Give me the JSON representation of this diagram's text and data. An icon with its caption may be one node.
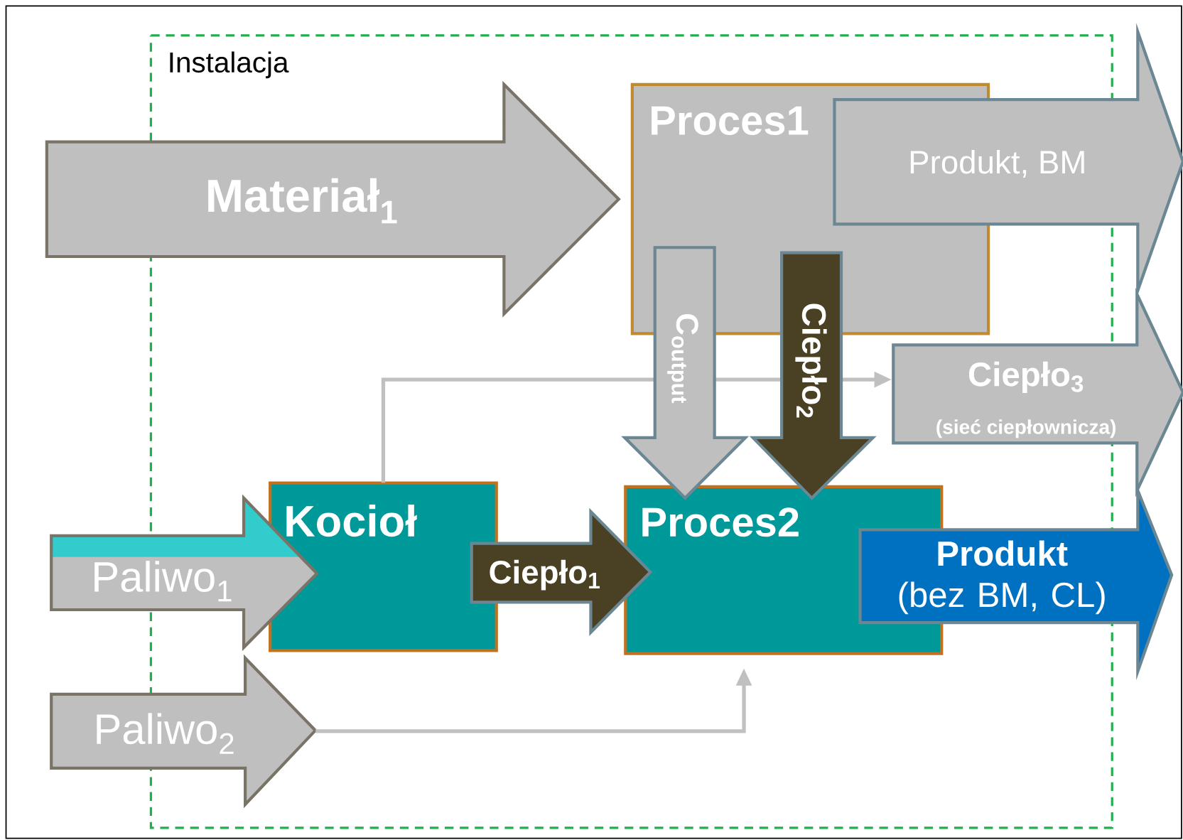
{
  "diagram": {
    "nodes": [
      {
        "text": [
          "Instalacja"
        ]
      },
      {
        "text": [
          "Proces1"
        ],
        "in": 0
      },
      {
        "text": [
          "Ciepło$_{3}$",
          "(sieć ciepłownicza)"
        ]
      },
      {
        "text": [
          "Kocioł"
        ],
        "in": 0
      },
      {
        "text": [
          "Proces2"
        ],
        "in": 0
      },
      {
        "text": [
          "Paliwo$_{2}$"
        ]
      }
    ],
    "edges": [
      {
        "from": 3,
        "to": 2,
        "arrow": "to"
      },
      {
        "from": 5,
        "to": 4,
        "arrow": "to"
      },
      {
        "from": null,
        "to": 1,
        "arrow": "to",
        "label": "Materiał$_{1}$",
        "style": "thick"
      },
      {
        "from": 1,
        "to": null,
        "arrow": "to",
        "label": "Produkt, BM",
        "style": "thick"
      },
      {
        "from": 1,
        "to": 4,
        "arrow": "to",
        "label": "C$_{output}$",
        "style": "thick"
      },
      {
        "from": 1,
        "to": 4,
        "arrow": "to",
        "label": "Ciepło$_{2}$",
        "style": "thick",
        "color": "#4a4124"
      },
      {
        "from": null,
        "to": 3,
        "arrow": "to",
        "label": "Paliwo$_{1}$",
        "style": "thick",
        "color": "#33cccc"
      },
      {
        "from": 3,
        "to": 4,
        "arrow": "to",
        "label": "Ciepło$_{1}$",
        "style": "thick",
        "color": "#4a4124"
      },
      {
        "from": 4,
        "to": null,
        "arrow": "to",
        "label": "**Produkt** (bez BM, CL)",
        "style": "thick",
        "color": "#0070c0"
      }
    ]
  }
}
